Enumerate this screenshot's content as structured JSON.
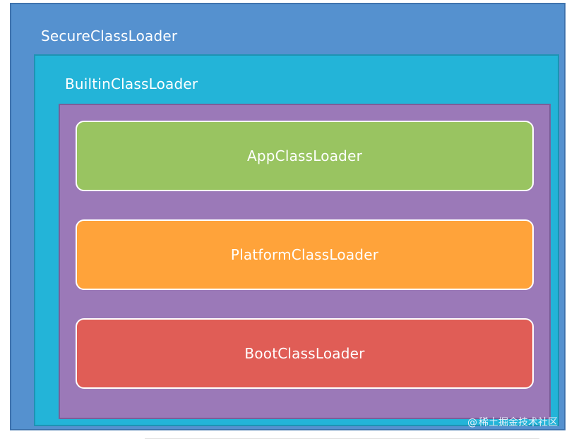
{
  "diagram": {
    "outer_label": "SecureClassLoader",
    "middle_label": "BuiltinClassLoader",
    "loaders": [
      "AppClassLoader",
      "PlatformClassLoader",
      "BootClassLoader"
    ]
  },
  "watermark": {
    "text": "稀土掘金技术社区",
    "icon": "@"
  },
  "colors": {
    "secure": "#5591cf",
    "builtin": "#23b4d8",
    "inner": "#9b79b8",
    "app": "#99c461",
    "platform": "#ffa33a",
    "boot": "#e05d56"
  }
}
